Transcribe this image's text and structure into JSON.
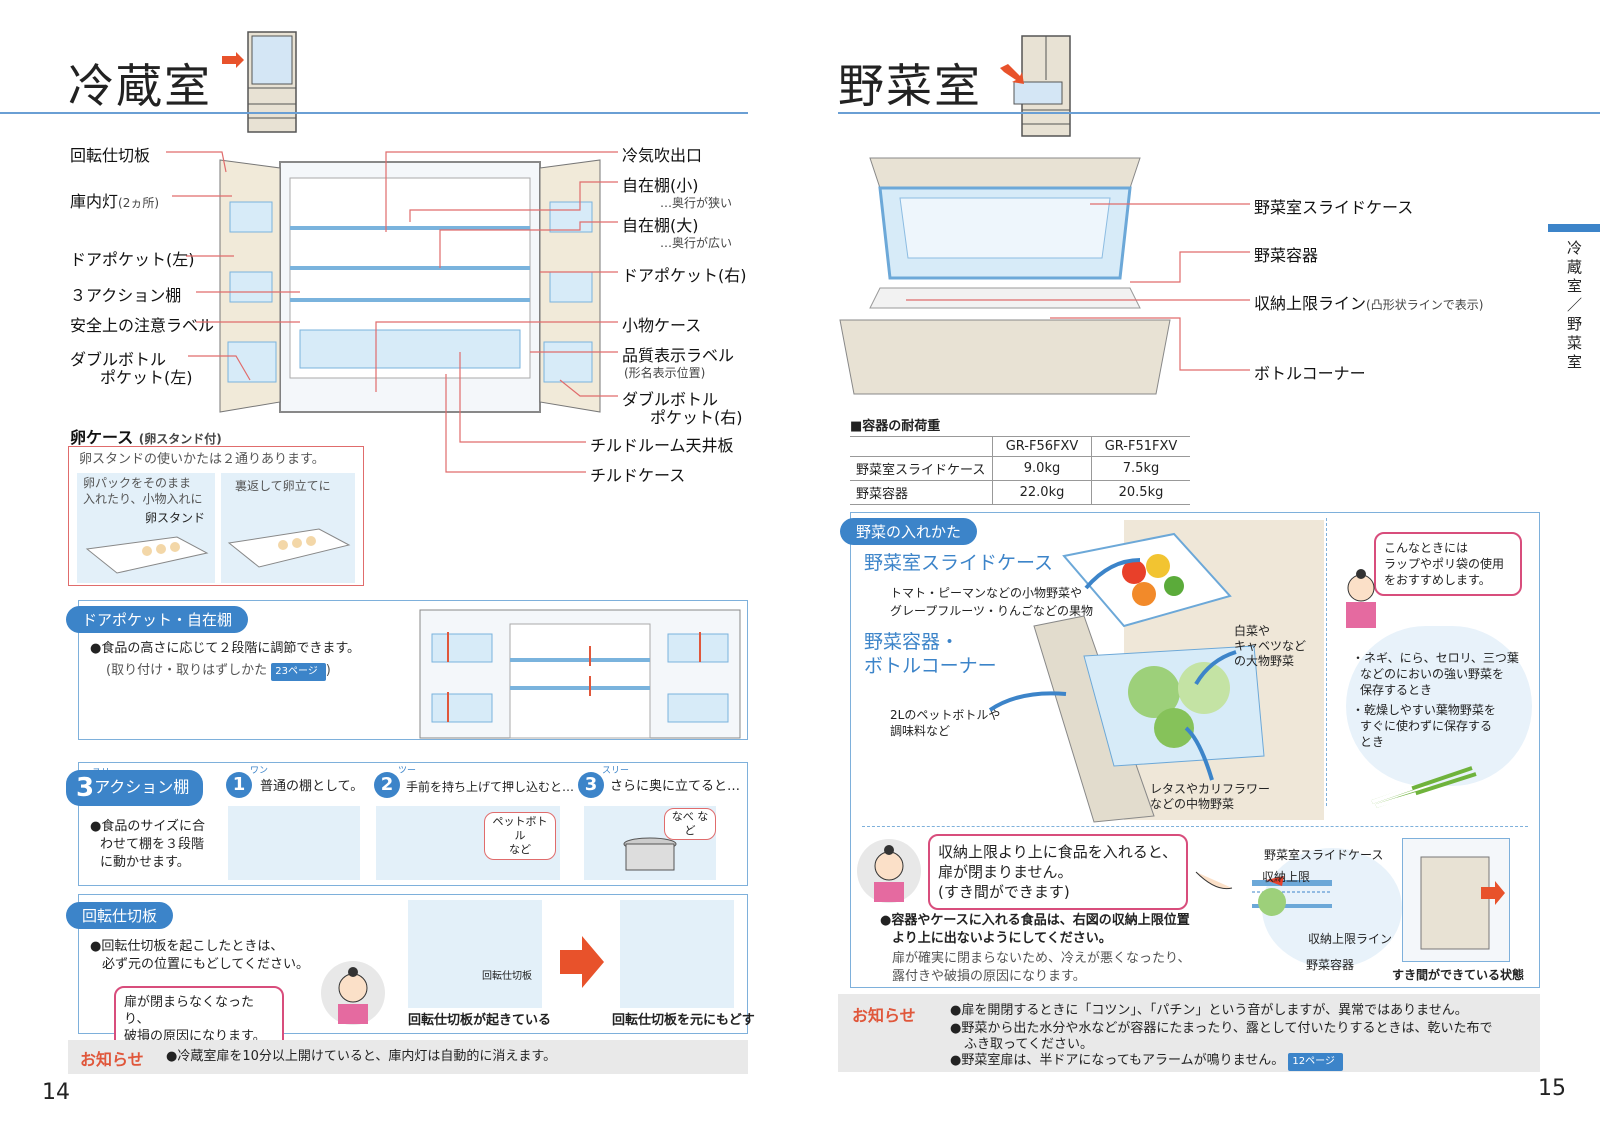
{
  "left": {
    "title": "冷蔵室",
    "labels": {
      "kaiten": "回転仕切板",
      "kounaitou": "庫内灯",
      "kounaitou_note": "(2ヵ所)",
      "door_pocket_l": "ドアポケット(左)",
      "three_action": "３アクション棚",
      "safety_label": "安全上の注意ラベル",
      "double_bottle_l1": "ダブルボトル",
      "double_bottle_l2": "ポケット(左)",
      "egg_case": "卵ケース",
      "egg_case_note": "(卵スタンド付)",
      "reiki": "冷気吹出口",
      "jizai_s": "自在棚(小)",
      "jizai_s_note": "…奥行が狭い",
      "jizai_l": "自在棚(大)",
      "jizai_l_note": "…奥行が広い",
      "door_pocket_r": "ドアポケット(右)",
      "komono": "小物ケース",
      "hinshitsu": "品質表示ラベル",
      "hinshitsu_note": "(形名表示位置)",
      "double_bottle_r1": "ダブルボトル",
      "double_bottle_r2": "ポケット(右)",
      "chilled_ceiling": "チルドルーム天井板",
      "chilled_case": "チルドケース"
    },
    "egg": {
      "intro": "卵スタンドの使いかたは２通りあります。",
      "panel1_text1": "卵パックをそのまま",
      "panel1_text2": "入れたり、小物入れに",
      "panel1_callout": "卵スタンド",
      "panel2_text": "裏返して卵立てに"
    },
    "door_section": {
      "pill": "ドアポケット・自在棚",
      "text1": "●食品の高さに応じて２段階に調節できます。",
      "text2": "(取り付け・取りはずしかた",
      "ref": "23ページ",
      "text2_end": ")"
    },
    "action_section": {
      "pill_num": "3",
      "pill_ruby": "スリー",
      "pill_text": "アクション棚",
      "text": [
        "●食品のサイズに合",
        "わせて棚を３段階",
        "に動かせます。"
      ],
      "step1_num": "1",
      "step1_ruby": "ワン",
      "step1": "普通の棚として。",
      "step2_num": "2",
      "step2_ruby": "ツー",
      "step2": "手前を持ち上げて押し込むと…",
      "step2_callout1": "ペットボトル",
      "step2_callout2": "など",
      "step3_num": "3",
      "step3_ruby": "スリー",
      "step3": "さらに奥に立てると…",
      "step3_callout": "なべ など"
    },
    "kaiten_section": {
      "pill": "回転仕切板",
      "text1": "●回転仕切板を起こしたときは、",
      "text2": "必ず元の位置にもどしてください。",
      "bubble1": "扉が閉まらなくなったり、",
      "bubble2": "破損の原因になります。",
      "fig_label": "回転仕切板",
      "cap1": "回転仕切板が起きている",
      "cap2": "回転仕切板を元にもどす"
    },
    "notice": {
      "head": "お知らせ",
      "text": "●冷蔵室扉を10分以上開けていると、庫内灯は自動的に消えます。"
    },
    "page": "14"
  },
  "right": {
    "title": "野菜室",
    "labels": {
      "slide_case": "野菜室スライドケース",
      "container": "野菜容器",
      "limit": "収納上限ライン",
      "limit_note": "(凸形状ラインで表示)",
      "bottle": "ボトルコーナー"
    },
    "table": {
      "title": "■容器の耐荷重",
      "header": [
        "",
        "GR-F56FXV",
        "GR-F51FXV"
      ],
      "rows": [
        [
          "野菜室スライドケース",
          "9.0kg",
          "7.5kg"
        ],
        [
          "野菜容器",
          "22.0kg",
          "20.5kg"
        ]
      ]
    },
    "howto": {
      "pill": "野菜の入れかた",
      "slide_head": "野菜室スライドケース",
      "slide_text1": "トマト・ピーマンなどの小物野菜や",
      "slide_text2": "グレープフルーツ・りんごなどの果物",
      "cont_head1": "野菜容器・",
      "cont_head2": "ボトルコーナー",
      "bottle_text1": "2Lのペットボトルや",
      "bottle_text2": "調味料など",
      "hakusai1": "白菜や",
      "hakusai2": "キャベツなど",
      "hakusai3": "の大物野菜",
      "lettuce1": "レタスやカリフラワー",
      "lettuce2": "などの中物野菜",
      "bubble1": "こんなときには",
      "bubble2": "ラップやポリ袋の使用",
      "bubble3": "をおすすめします。",
      "tip1": [
        "・ネギ、にら、セロリ、三つ葉",
        "などのにおいの強い野菜を",
        "保存するとき"
      ],
      "tip2": [
        "・乾燥しやすい葉物野菜を",
        "すぐに使わずに保存する",
        "とき"
      ]
    },
    "limit_section": {
      "bubble1": "収納上限より上に食品を入れると、",
      "bubble2": "扉が閉まりません。",
      "bubble3": "(すき間ができます)",
      "text1": "●容器やケースに入れる食品は、右図の収納上限位置",
      "text2": "より上に出ないようにしてください。",
      "text3": "扉が確実に閉まらないため、冷えが悪くなったり、",
      "text4": "露付きや破損の原因になります。",
      "fig_slide": "野菜室スライドケース",
      "fig_limit": "収納上限",
      "fig_limit_line": "収納上限ライン",
      "fig_container": "野菜容器",
      "fig_gap": "すき間ができている状態"
    },
    "notice": {
      "head": "お知らせ",
      "text1": "●扉を開閉するときに「コツン」、「パチン」という音がしますが、異常ではありません。",
      "text2": "●野菜から出た水分や水などが容器にたまったり、露として付いたりするときは、乾いた布で",
      "text3": "ふき取ってください。",
      "text4": "●野菜室扉は、半ドアになってもアラームが鳴りません。",
      "ref": "12ページ"
    },
    "page": "15",
    "side_tab": "冷蔵室／野菜室"
  },
  "colors": {
    "accent": "#3c84c9",
    "line": "#6a9fd4",
    "warn": "#e0573b",
    "bubble": "#d84d7c"
  }
}
